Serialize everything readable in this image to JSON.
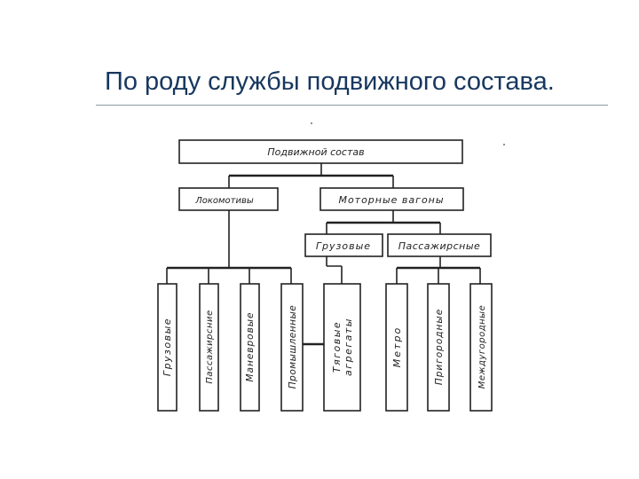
{
  "slide": {
    "title": "По роду службы подвижного состава."
  },
  "diagram": {
    "root": "Подвижной состав",
    "level1": {
      "locomotives": "Локомотивы",
      "motor_cars": "Моторные  вагоны"
    },
    "level2": {
      "freight": "Грузовые",
      "passenger": "Пассажирсные"
    },
    "leaves": [
      "Грузовые",
      "Пассажирсние",
      "Маневровые",
      "Промышленные",
      "Тяговые агрегаты",
      "Метро",
      "Пригородные",
      "Междугородные"
    ]
  }
}
